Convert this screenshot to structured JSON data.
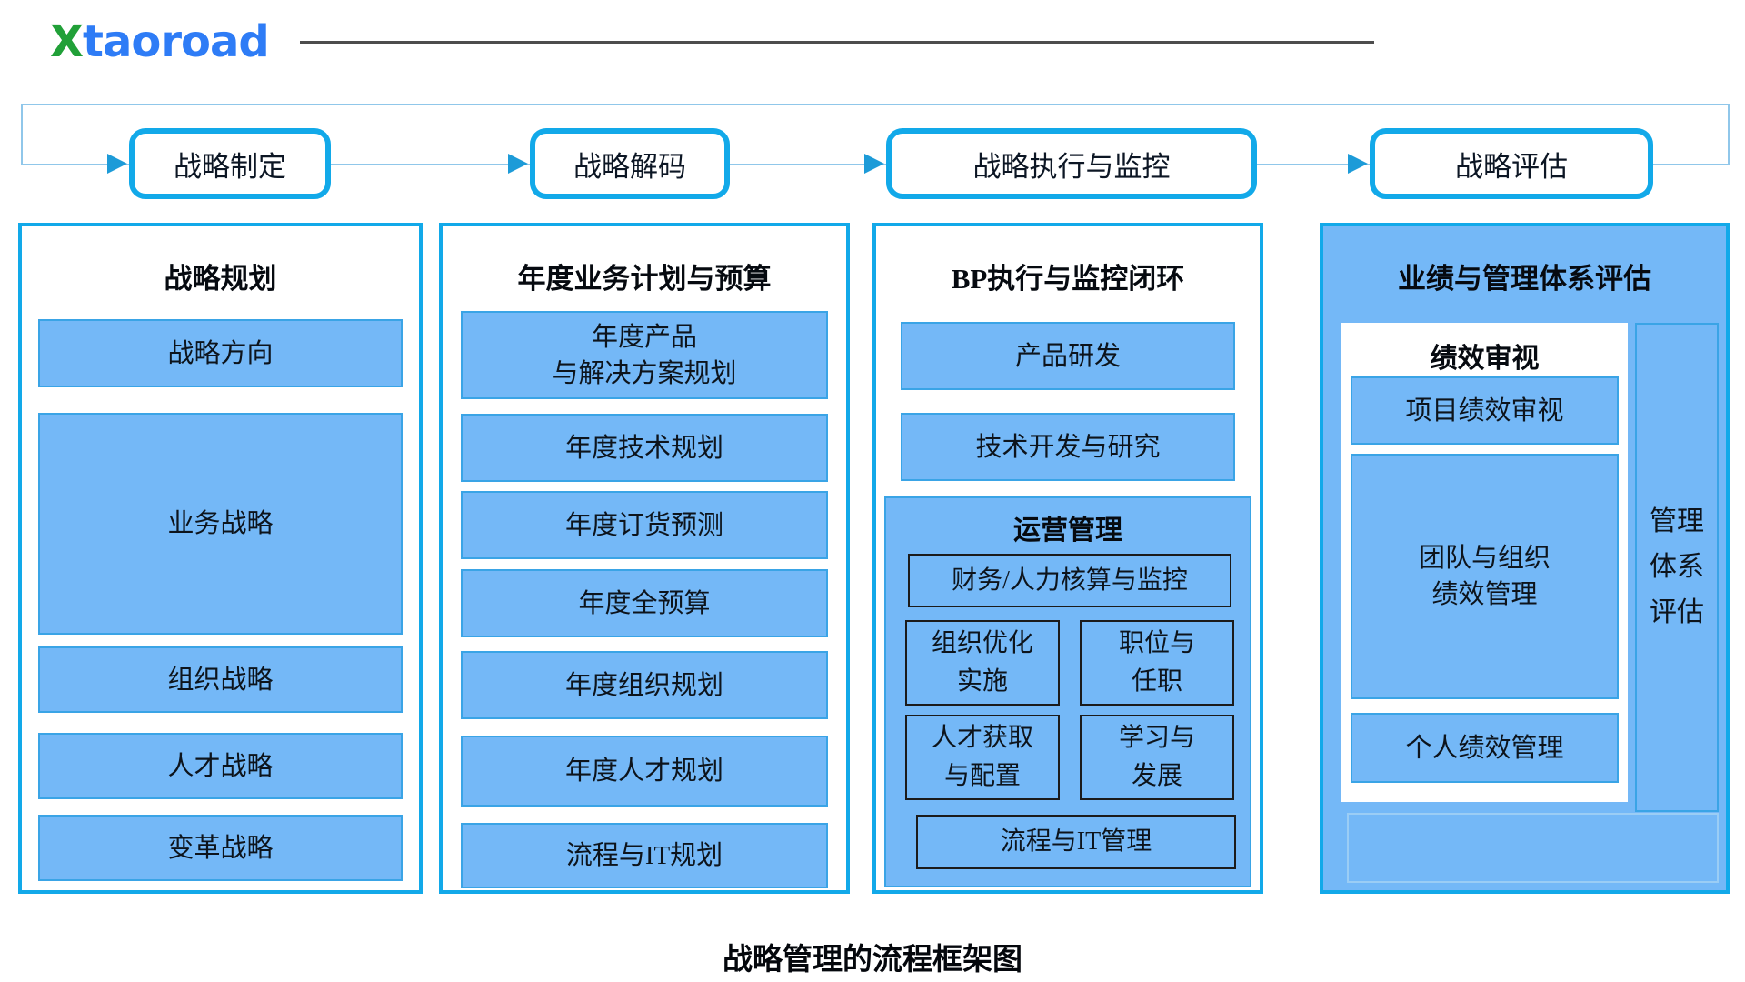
{
  "logo": {
    "x": "X",
    "rest": "taoroad"
  },
  "flow_stages": [
    "战略制定",
    "战略解码",
    "战略执行与监控",
    "战略评估"
  ],
  "columns": [
    {
      "title": "战略规划",
      "items": [
        "战略方向",
        "业务战略",
        "组织战略",
        "人才战略",
        "变革战略"
      ]
    },
    {
      "title": "年度业务计划与预算",
      "items": [
        "年度产品\n与解决方案规划",
        "年度技术规划",
        "年度订货预测",
        "年度全预算",
        "年度组织规划",
        "年度人才规划",
        "流程与IT规划"
      ]
    },
    {
      "title": "BP执行与监控闭环",
      "items": [
        "产品研发",
        "技术开发与研究"
      ],
      "group": {
        "title": "运营管理",
        "wide_top": "财务/人力核算与监控",
        "grid": [
          "组织优化\n实施",
          "职位与\n任职",
          "人才获取\n与配置",
          "学习与\n发展"
        ],
        "wide_bottom": "流程与IT管理"
      }
    },
    {
      "title": "业绩与管理体系评估",
      "review": {
        "title": "绩效审视",
        "items": [
          "项目绩效审视",
          "团队与组织\n绩效管理",
          "个人绩效管理"
        ]
      },
      "side_label": "管理\n体系\n评估"
    }
  ],
  "caption": "战略管理的流程框架图",
  "colors": {
    "accent_cyan": "#12a9e9",
    "fill_blue": "#74b8f7",
    "loop_line": "#90c7ea",
    "arrow_blue": "#1d9bd8",
    "logo_green": "#21a038",
    "logo_blue": "#2e7cf6",
    "dark_border": "#1b1b1b",
    "header_line": "#4d4d4d"
  }
}
